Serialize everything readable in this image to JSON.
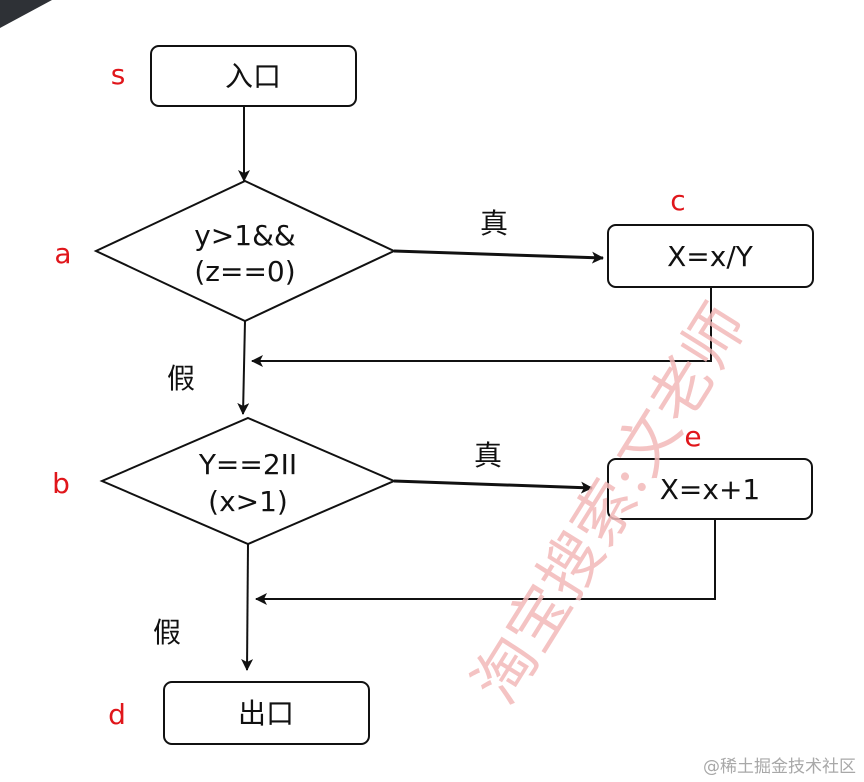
{
  "colors": {
    "stroke": "#111111",
    "node_id": "#e0161b",
    "watermark": "#f2b8b8",
    "corner": "#2e3136"
  },
  "nodes": {
    "s": {
      "id": "s",
      "text": "入口"
    },
    "a": {
      "id": "a",
      "line1": "y>1&&",
      "line2": "(z==0)"
    },
    "c": {
      "id": "c",
      "text": "X=x/Y"
    },
    "b": {
      "id": "b",
      "line1": "Y==2II",
      "line2": "(x>1)"
    },
    "e": {
      "id": "e",
      "text": "X=x+1"
    },
    "d": {
      "id": "d",
      "text": "出口"
    }
  },
  "edges": {
    "a_true": "真",
    "a_false": "假",
    "b_true": "真",
    "b_false": "假"
  },
  "watermark": {
    "text": "淘宝搜索:文老师",
    "credit": "@稀土掘金技术社区"
  }
}
